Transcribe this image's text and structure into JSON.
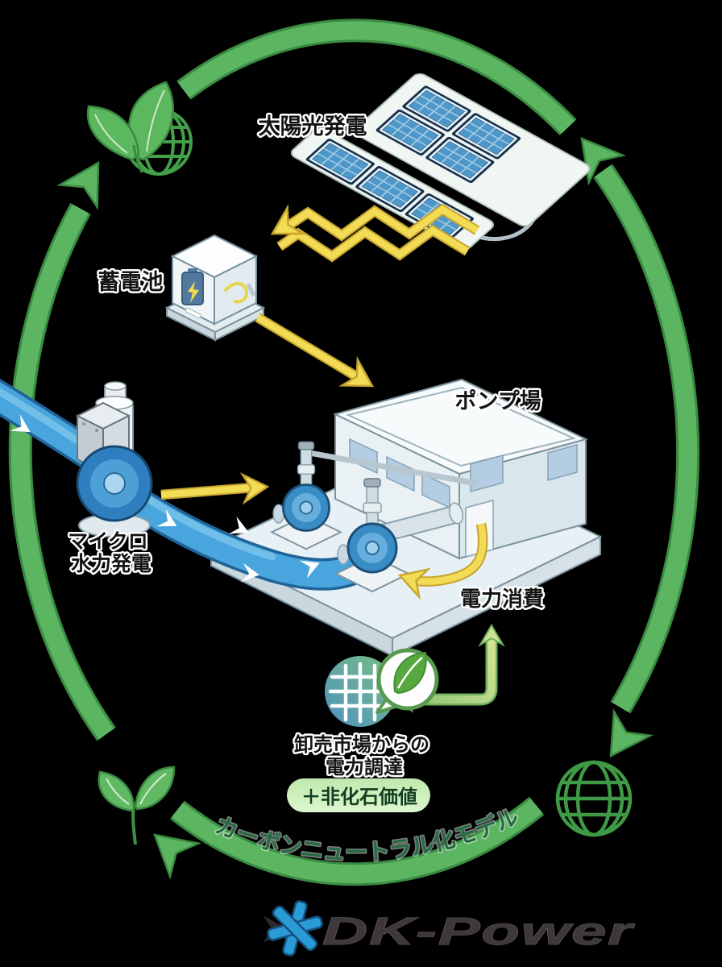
{
  "background": "#000000",
  "cycle": {
    "arc_label": "カーボンニュートラル化モデル",
    "ring_color": "#5cb560",
    "ring_outline": "#3a8a41"
  },
  "nodes": {
    "solar": {
      "label": "太陽光発電"
    },
    "battery": {
      "label": "蓄電池"
    },
    "pump_station": {
      "label": "ポンプ場"
    },
    "micro_hydro": {
      "label_line1": "マイクロ",
      "label_line2": "水力発電"
    },
    "power_consumption": {
      "label": "電力消費"
    },
    "market": {
      "label_line1": "卸売市場からの",
      "label_line2": "電力調達",
      "badge": "＋非化石価値"
    }
  },
  "logo": {
    "text": "DK-Power"
  },
  "icons": {
    "globe-icon": "wireframe-globe",
    "leaf-icon": "two-leaves",
    "sprout-icon": "leaf-sprout",
    "market-grid-icon": "power-grid-circle",
    "leaf-bubble-icon": "leaf-speech-bubble",
    "battery-bolt-icon": "battery-with-lightning",
    "water-flow-icon": "white-chevron-arrow",
    "dk-power-mark": "blue-asterisk-with-black-chevron"
  },
  "colors": {
    "ring_green": "#5cb560",
    "ring_outline": "#3a8a41",
    "energy_yellow": "#f2dc55",
    "energy_yellow_outline": "#c7a42e",
    "water_blue": "#49a5dd",
    "panel_blue": "#4e98c9",
    "market_blue": "#4f93c0",
    "market_green": "#79bd85",
    "badge_bg": "#cdeebb",
    "badge_text": "#123f22",
    "arc_text_green": "#266a42",
    "logo_blue": "#2b9bd6",
    "logo_dark": "#2e2a2c"
  }
}
